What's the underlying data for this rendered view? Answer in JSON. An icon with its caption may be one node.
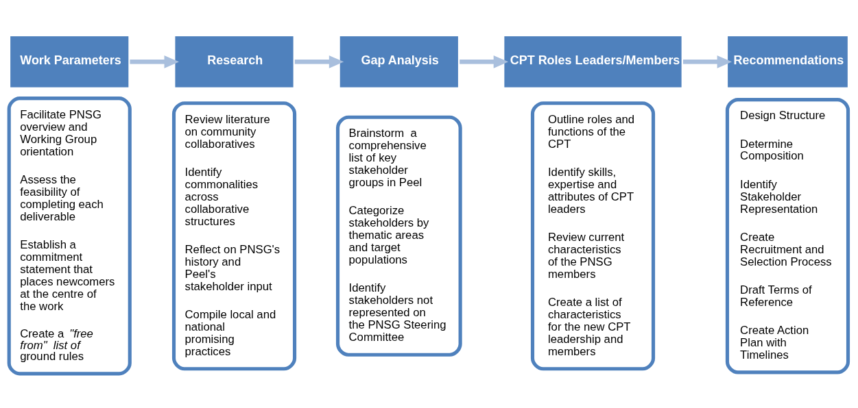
{
  "diagram": {
    "nodes": [
      {
        "text": [
          "Work Parameters"
        ]
      },
      {
        "text": [
          "Facilitate PNSG overview and Working Group orientation",
          "Assess the feasibility of completing each deliverable",
          "Establish a commitment statement that places newcomers at the centre of the work",
          "Create a *\"free from\"  list of* ground rules"
        ]
      },
      {
        "text": [
          "Research"
        ]
      },
      {
        "text": [
          "Review literature on community collaboratives",
          "Identify commonalities across collaborative structures",
          "Reflect on PNSG's history and Peel's stakeholder input",
          "Compile local and national promising practices"
        ]
      },
      {
        "text": [
          "Gap Analysis"
        ]
      },
      {
        "text": [
          "Brainstorm  a comprehensive list of key stakeholder groups in Peel",
          "Categorize stakeholders by thematic areas and target populations",
          "Identify stakeholders not represented on the PNSG Steering Committee"
        ]
      },
      {
        "text": [
          "CPT Roles Leaders/Members"
        ]
      },
      {
        "text": [
          "Outline roles and functions of the CPT",
          "Identify skills, expertise and attributes of CPT leaders",
          "Review current characteristics of the PNSG members",
          "Create a list of characteristics for the new CPT leadership and members"
        ]
      },
      {
        "text": [
          "Recommendations"
        ]
      },
      {
        "text": [
          "Design Structure",
          "Determine Composition",
          "Identify Stakeholder Representation",
          "Create Recruitment and Selection Process",
          "Draft Terms of Reference",
          "Create Action Plan with Timelines"
        ]
      }
    ],
    "edges": [
      {
        "from": 0,
        "to": 2,
        "arrow": "to"
      },
      {
        "from": 2,
        "to": 4,
        "arrow": "to"
      },
      {
        "from": 4,
        "to": 6,
        "arrow": "to"
      },
      {
        "from": 6,
        "to": 8,
        "arrow": "to"
      }
    ]
  }
}
